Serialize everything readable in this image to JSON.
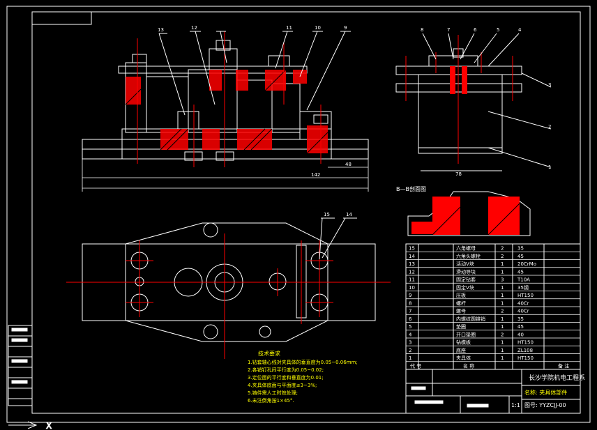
{
  "title_block": {
    "school": "长沙学院机电工程系",
    "name_label": "名称: 夹具体部件",
    "drawing_no": "图号: YYZCJJ-00",
    "scale": "1:1"
  },
  "section_label": "B—B剖面图",
  "dimensions": {
    "d1": "142",
    "d2": "78",
    "d3": "48"
  },
  "tech_requirements": {
    "heading": "技术要求",
    "items": [
      "1.钻套轴心线对夹具体的垂直度为0.05~0.06mm;",
      "2.各销钉孔间平行度为0.05~0.02;",
      "3.定位面的平行度和垂直度为0.01;",
      "4.夹具体底面与平面度≤3~3%;",
      "5.铸件需人工时效处理;",
      "6.未注倒角按1×45°."
    ]
  },
  "balloons_top": [
    "13",
    "12",
    "11",
    "10",
    "9",
    "8",
    "7",
    "6",
    "5",
    "4",
    "3",
    "2",
    "1"
  ],
  "balloons_plan": [
    "15",
    "14"
  ],
  "bom": {
    "rows": [
      {
        "no": "15",
        "name": "六角螺母",
        "qty": "2",
        "mat": "35"
      },
      {
        "no": "14",
        "name": "六角头螺栓",
        "qty": "2",
        "mat": "45"
      },
      {
        "no": "13",
        "name": "活动V块",
        "qty": "1",
        "mat": "20CrMo"
      },
      {
        "no": "12",
        "name": "滑动导块",
        "qty": "1",
        "mat": "45"
      },
      {
        "no": "11",
        "name": "固定钻套",
        "qty": "3",
        "mat": "T10A"
      },
      {
        "no": "10",
        "name": "固定V块",
        "qty": "1",
        "mat": "35钢"
      },
      {
        "no": "9",
        "name": "压板",
        "qty": "1",
        "mat": "HT150"
      },
      {
        "no": "8",
        "name": "螺杆",
        "qty": "1",
        "mat": "40Cr"
      },
      {
        "no": "7",
        "name": "螺母",
        "qty": "2",
        "mat": "40Cr"
      },
      {
        "no": "6",
        "name": "内螺纹圆锥销",
        "qty": "1",
        "mat": "35"
      },
      {
        "no": "5",
        "name": "垫圈",
        "qty": "1",
        "mat": "45"
      },
      {
        "no": "4",
        "name": "开口垫圈",
        "qty": "2",
        "mat": "40"
      },
      {
        "no": "3",
        "name": "钻模板",
        "qty": "1",
        "mat": "HT150"
      },
      {
        "no": "2",
        "name": "底座",
        "qty": "1",
        "mat": "ZL108"
      },
      {
        "no": "1",
        "name": "夹具体",
        "qty": "1",
        "mat": "HT150"
      }
    ],
    "header": {
      "code": "代  号",
      "name": "名  称",
      "note": "备 注"
    }
  },
  "colors": {
    "background": "#000000",
    "line": "#ffffff",
    "center": "#ff0000",
    "hatch": "#ff0000",
    "text_yellow": "#ffff00",
    "dim": "#ffffff"
  }
}
